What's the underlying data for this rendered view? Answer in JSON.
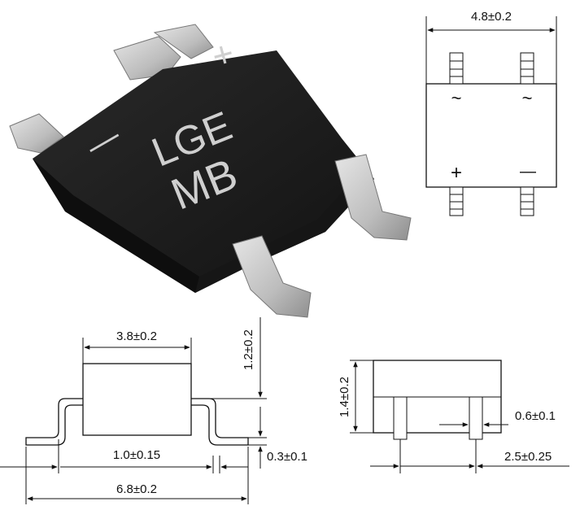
{
  "photo": {
    "marking_line1": "LGE",
    "marking_line2": "MB",
    "plus_symbol": "+",
    "minus_symbol": "—"
  },
  "top_view": {
    "width_dim": "4.8±0.2",
    "ac_symbol_left": "~",
    "ac_symbol_right": "~",
    "plus_symbol": "+",
    "minus_symbol": "—"
  },
  "side_view": {
    "body_width_dim": "3.8±0.2",
    "body_height_dim": "1.2±0.2",
    "lead_pitch_dim": "1.0±0.15",
    "overall_length_dim": "6.8±0.2",
    "lead_thickness_dim": "0.3±0.1"
  },
  "end_view": {
    "height_dim": "1.4±0.2",
    "lead_width_dim": "0.6±0.1",
    "lead_spacing_dim": "2.5±0.25"
  },
  "colors": {
    "body": "#1c1c1c",
    "lead": "#c8c8c8",
    "ink": "#111111"
  }
}
